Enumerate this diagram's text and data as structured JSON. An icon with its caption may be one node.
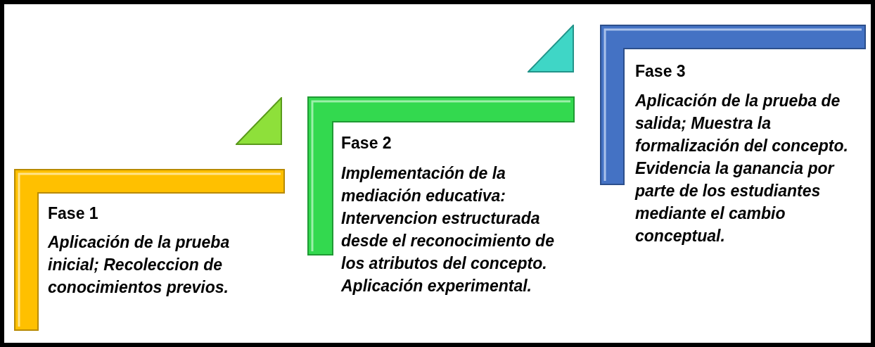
{
  "diagram": {
    "nodes": [
      {
        "text": [
          "Fase 1",
          "Aplicación de la prueba inicial; Recoleccion de conocimientos previos."
        ]
      },
      {
        "text": [
          "Fase 2",
          "Implementación de la mediación educativa: Intervencion estructurada desde el reconocimiento de los atributos del concepto. Aplicación experimental."
        ]
      },
      {
        "text": [
          "Fase 3",
          "Aplicación de la prueba de salida; Muestra la formalización del concepto. Evidencia la ganancia por parte de los estudiantes mediante el cambio conceptual."
        ]
      }
    ]
  }
}
